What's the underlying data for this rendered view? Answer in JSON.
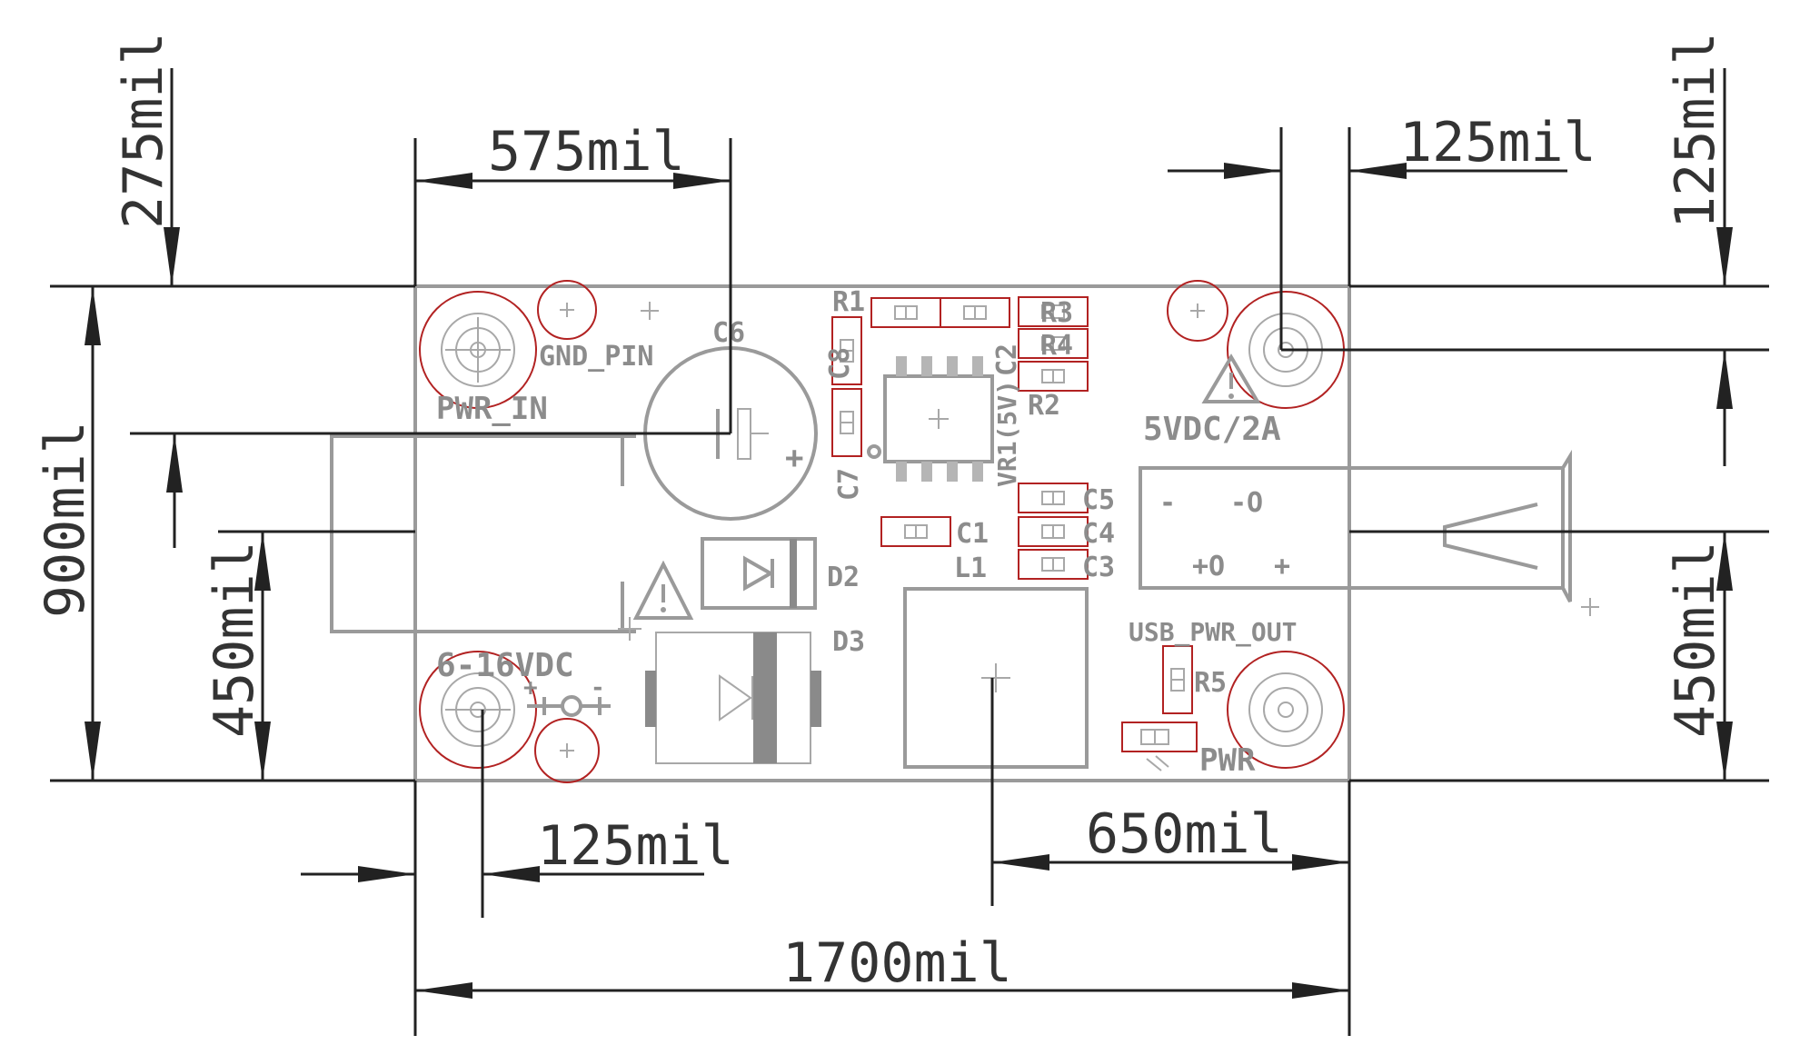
{
  "dimensions": {
    "top_left_vertical": "275mil",
    "top_mid_horizontal": "575mil",
    "top_right_horizontal": "125mil",
    "top_right_vertical": "125mil",
    "board_height": "900mil",
    "left_mid_vertical": "450mil",
    "right_mid_vertical": "450mil",
    "bottom_left_horizontal": "125mil",
    "bottom_right_horizontal": "650mil",
    "board_width": "1700mil"
  },
  "silkscreen": {
    "gnd_pin": "GND_PIN",
    "pwr_in": "PWR_IN",
    "c6": "C6",
    "r1": "R1",
    "c8": "C8",
    "c7": "C7",
    "c2": "C2",
    "vr1": "VR1(5V)",
    "r2": "R2",
    "r3": "R3",
    "r4": "R4",
    "c5": "C5",
    "c4": "C4",
    "c3": "C3",
    "c1": "C1",
    "l1": "L1",
    "d2": "D2",
    "d3": "D3",
    "input_voltage": "6-16VDC",
    "output_spec": "5VDC/2A",
    "usb_pwr_out": "USB_PWR_OUT",
    "r5": "R5",
    "pwr": "PWR",
    "usb_minus": "-",
    "usb_minus_o": "-O",
    "usb_plus_o": "+O",
    "usb_plus": "+",
    "cap_plus": "+",
    "input_plus": "+",
    "input_minus": "-"
  },
  "colors": {
    "outline": "#9a9a9a",
    "copper_outline": "#b22222",
    "dimension": "#222222"
  }
}
